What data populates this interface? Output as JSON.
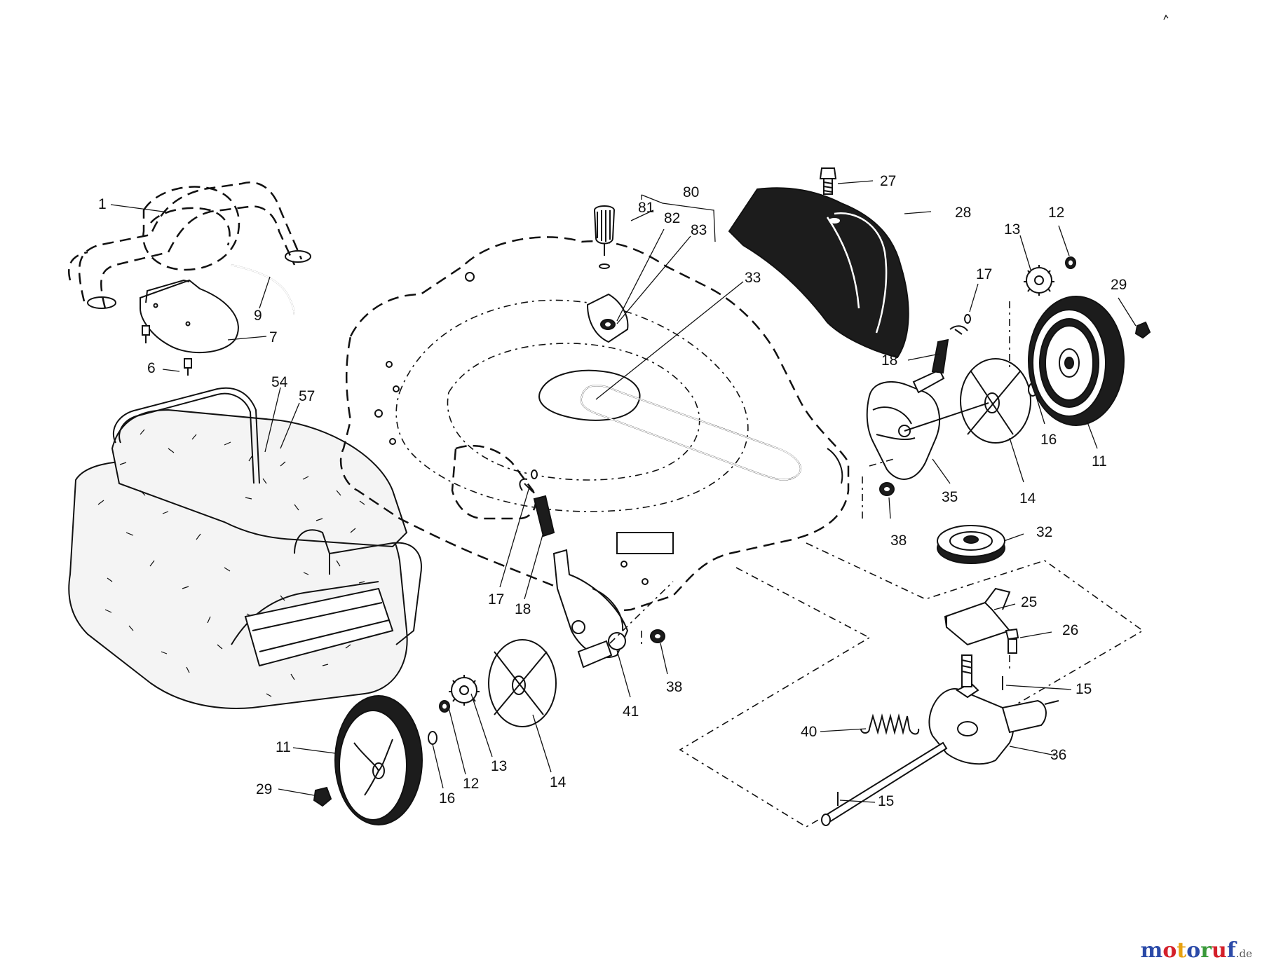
{
  "callouts": {
    "c1": "1",
    "c9": "9",
    "c7": "7",
    "c6": "6",
    "c54": "54",
    "c57": "57",
    "c80": "80",
    "c81": "81",
    "c82": "82",
    "c83": "83",
    "c33": "33",
    "c27": "27",
    "c28": "28",
    "c12a": "12",
    "c13a": "13",
    "c17a": "17",
    "c29a": "29",
    "c18a": "18",
    "c16a": "16",
    "c11a": "11",
    "c35": "35",
    "c14a": "14",
    "c38a": "38",
    "c32": "32",
    "c17b": "17",
    "c18b": "18",
    "c25": "25",
    "c26": "26",
    "c41": "41",
    "c38b": "38",
    "c15a": "15",
    "c11b": "11",
    "c12b": "12",
    "c13b": "13",
    "c14b": "14",
    "c16b": "16",
    "c29b": "29",
    "c40": "40",
    "c36": "36",
    "c15b": "15"
  },
  "watermark": {
    "letters": [
      "m",
      "o",
      "t",
      "o",
      "r",
      "u",
      "f"
    ],
    "colors": [
      "#2b4aa8",
      "#d4202a",
      "#e8a10f",
      "#2b4aa8",
      "#3a9a3a",
      "#d4202a",
      "#2b4aa8"
    ],
    "suffix": ".de"
  }
}
